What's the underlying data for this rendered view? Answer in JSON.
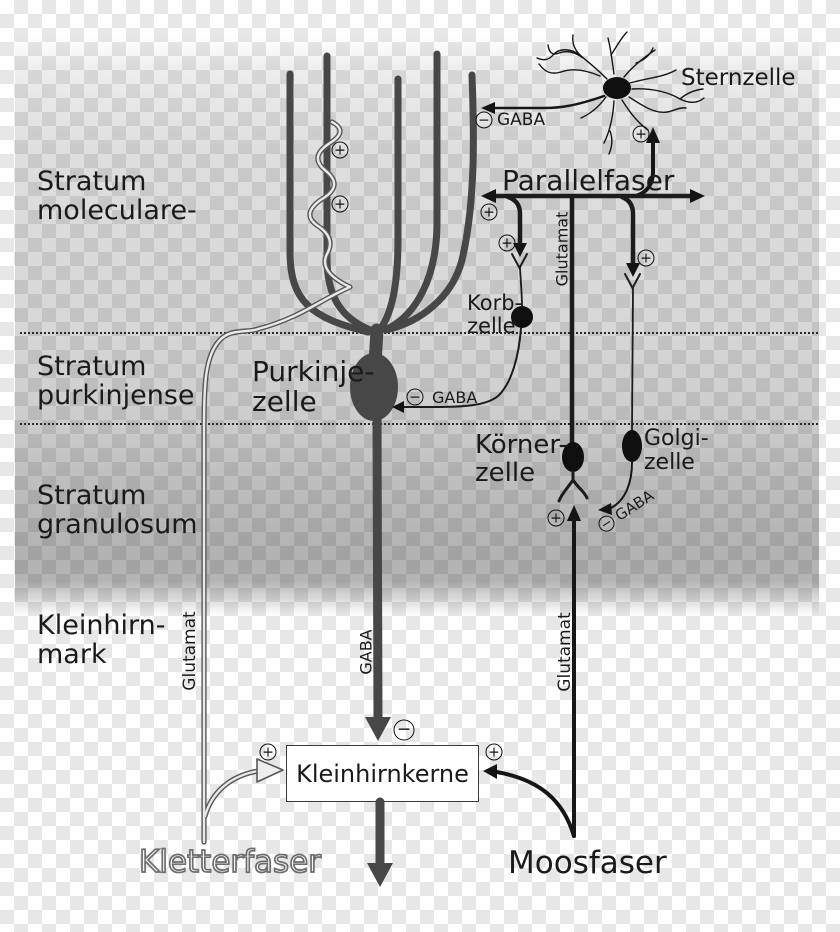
{
  "strata": {
    "moleculare": {
      "line1": "Stratum",
      "line2": "moleculare-"
    },
    "purkinjense": {
      "line1": "Stratum",
      "line2": "purkinjense"
    },
    "granulosum": {
      "line1": "Stratum",
      "line2": "granulosum"
    },
    "mark": {
      "line1": "Kleinhirn-",
      "line2": "mark"
    }
  },
  "cells": {
    "sternzelle": "Sternzelle",
    "korbzelle": {
      "line1": "Korb-",
      "line2": "zelle"
    },
    "purkinjezelle": {
      "line1": "Purkinje-",
      "line2": "zelle"
    },
    "koernerzelle": {
      "line1": "Körner-",
      "line2": "zelle"
    },
    "golgizelle": {
      "line1": "Golgi-",
      "line2": "zelle"
    }
  },
  "fibers": {
    "parallelfaser": "Parallelfaser",
    "kletterfaser": "Kletterfaser",
    "moosfaser": "Moosfaser"
  },
  "nuclei": {
    "kleinhirnkerne": "Kleinhirnkerne"
  },
  "transmitters": {
    "gaba_sternzelle": "GABA",
    "gaba_korbzelle": "GABA",
    "gaba_golgizelle": "GABA",
    "gaba_purkinje_axon": "GABA",
    "glutamat_parallelfaser": "Glutamat",
    "glutamat_kletterfaser": "Glutamat",
    "glutamat_moosfaser": "Glutamat"
  },
  "symbols": {
    "excitatory": "+",
    "inhibitory": "−"
  },
  "colors": {
    "thin_line": "#141414",
    "purkinje_gray": "#474747",
    "climbing_fiber_outline": "#585858",
    "checker_light": "#e7e7e7"
  }
}
